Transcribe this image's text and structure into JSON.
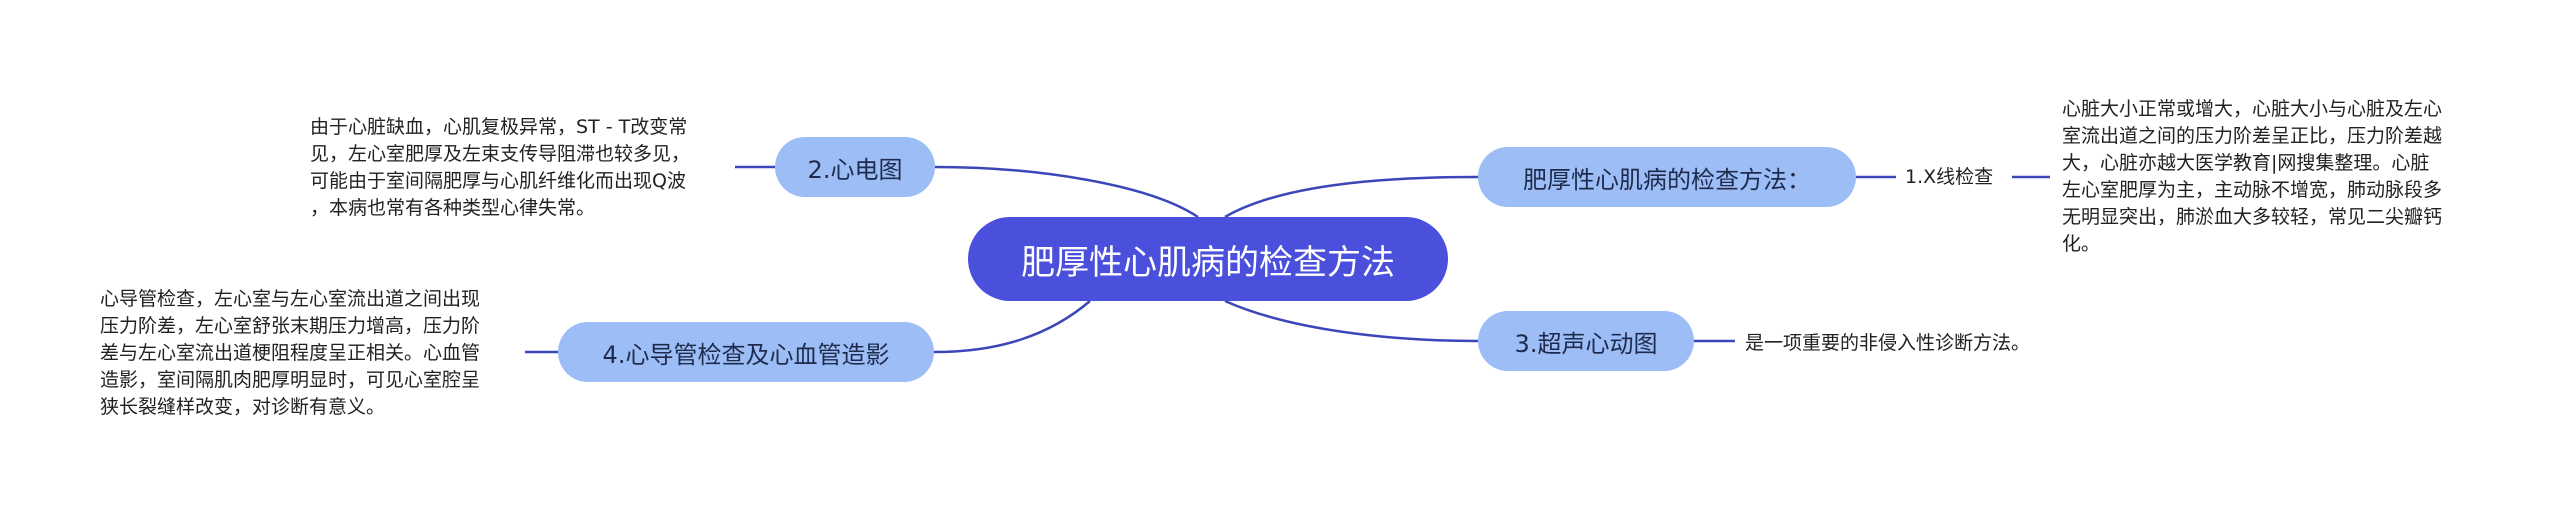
{
  "root": {
    "label": "肥厚性心肌病的检查方法"
  },
  "branches": {
    "ecg": {
      "label": "2.心电图",
      "detail": [
        "由于心脏缺血，心肌复极异常，ST - T改变常",
        "见，左心室肥厚及左束支传导阻滞也较多见，",
        "可能由于室间隔肥厚与心肌纤维化而出现Q波",
        "，本病也常有各种类型心律失常。"
      ]
    },
    "cath": {
      "label": "4.心导管检查及心血管造影",
      "detail": [
        "心导管检查，左心室与左心室流出道之间出现",
        "压力阶差，左心室舒张末期压力增高，压力阶",
        "差与左心室流出道梗阻程度呈正相关。心血管",
        "造影，室间隔肌肉肥厚明显时，可见心室腔呈",
        "狭长裂缝样改变，对诊断有意义。"
      ]
    },
    "method": {
      "label": "肥厚性心肌病的检查方法：",
      "sub_label": "1.X线检查",
      "detail": [
        "心脏大小正常或增大，心脏大小与心脏及左心",
        "室流出道之间的压力阶差呈正比，压力阶差越",
        "大，心脏亦越大医学教育|网搜集整理。心脏",
        "左心室肥厚为主，主动脉不增宽，肺动脉段多",
        "无明显突出，肺淤血大多较轻，常见二尖瓣钙",
        "化。"
      ]
    },
    "echo": {
      "label": "3.超声心动图",
      "detail": [
        "是一项重要的非侵入性诊断方法。"
      ]
    }
  },
  "colors": {
    "root_fill": "#4a4fdc",
    "branch_fill": "#9cbdf5",
    "connector": "#3b47b8"
  }
}
